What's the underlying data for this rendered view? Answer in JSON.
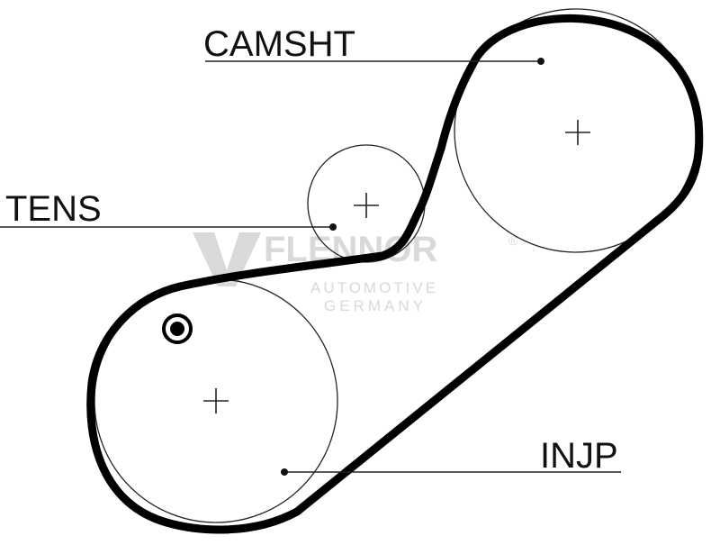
{
  "diagram": {
    "labels": {
      "camshaft": "CAMSHT",
      "tensioner": "TENS",
      "injection_pump": "INJP"
    },
    "watermark": {
      "brand": "FLENNOR",
      "line1": "AUTOMOTIVE",
      "line2": "GERMANY",
      "registered": "®"
    },
    "colors": {
      "belt": "#000000",
      "pulley": "#222222",
      "text": "#111111",
      "watermark": "#d9d9d9"
    }
  }
}
